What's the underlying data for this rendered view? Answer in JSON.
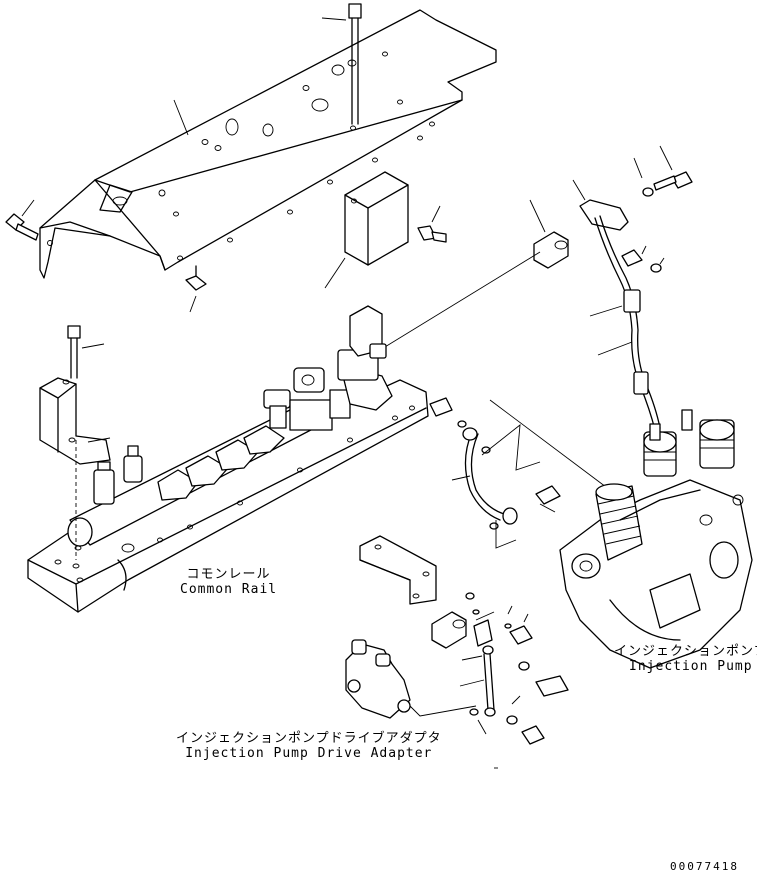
{
  "labels": {
    "common_rail_jp": "コモンレール",
    "common_rail_en": "Common Rail",
    "injection_pump_jp": "インジェクションポンプ",
    "injection_pump_en": "Injection Pump",
    "drive_adapter_jp": "インジェクションポンプドライブアダプタ",
    "drive_adapter_en": "Injection Pump Drive Adapter"
  },
  "drawing_number": "00077418"
}
